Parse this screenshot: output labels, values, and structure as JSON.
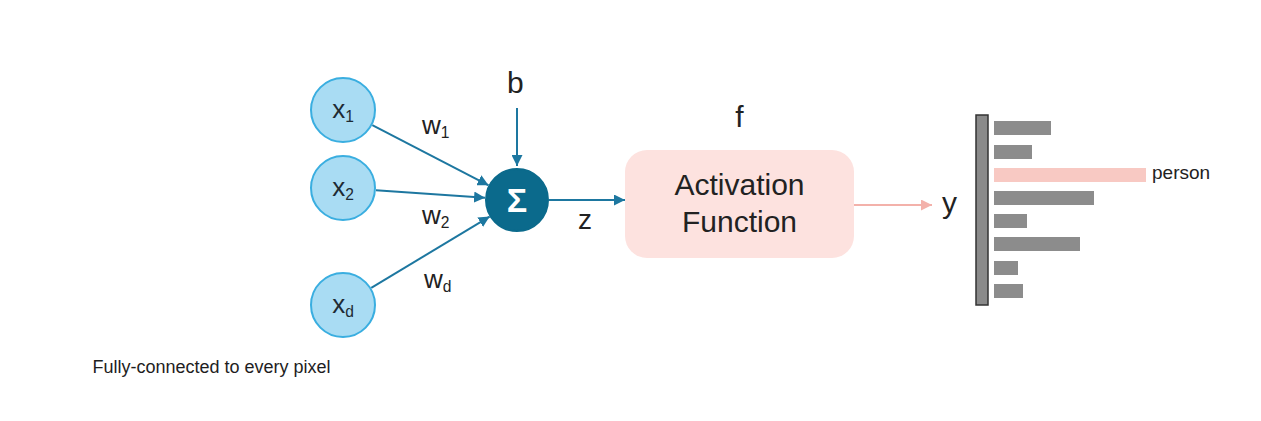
{
  "diagram": {
    "nodes": [
      {
        "text": [
          "Fully-connected to every pixel"
        ]
      },
      {
        "text": [
          "x1"
        ],
        "in": 0
      },
      {
        "text": [
          "x2"
        ],
        "in": 0
      },
      {
        "text": [
          "xd"
        ],
        "in": 0
      },
      {
        "text": [
          "Σ"
        ]
      },
      {
        "text": [
          "f",
          "Activation Function"
        ]
      }
    ],
    "edges": [
      {
        "from": 1,
        "to": 4,
        "label": "w1",
        "arrow": "to"
      },
      {
        "from": 2,
        "to": 4,
        "label": "w2",
        "arrow": "to"
      },
      {
        "from": 3,
        "to": 4,
        "label": "wd",
        "arrow": "to"
      },
      {
        "from": 4,
        "to": 5,
        "label": "z",
        "arrow": "to"
      }
    ],
    "labels": [
      "b",
      "y",
      "person"
    ]
  }
}
